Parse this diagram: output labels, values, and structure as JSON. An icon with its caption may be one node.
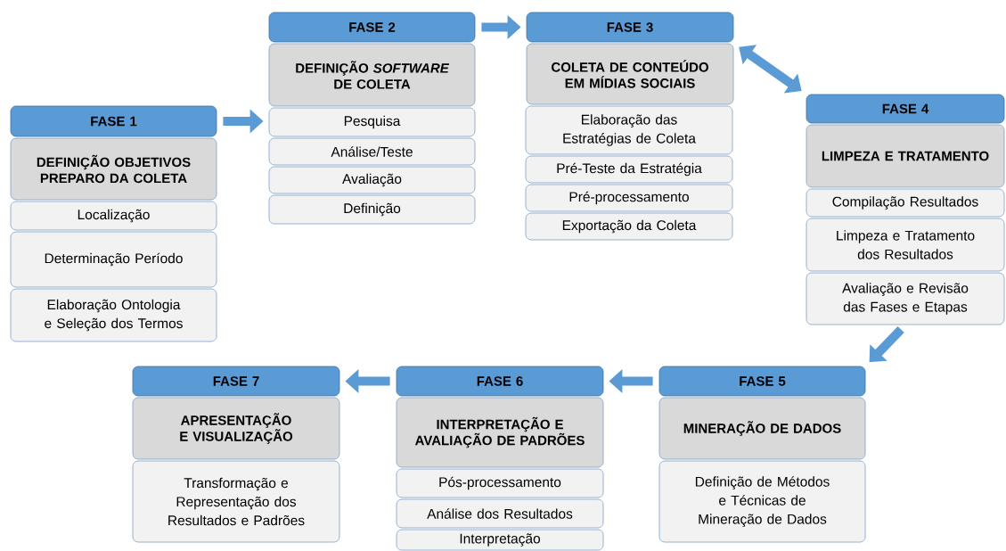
{
  "diagram": {
    "nodes": [
      {
        "text": [
          "FASE 1"
        ]
      },
      {
        "text": [
          "DEFINIÇÃO OBJETIVOS PREPARO DA COLETA"
        ]
      },
      {
        "text": [
          "Localização"
        ]
      },
      {
        "text": [
          "Determinação Período"
        ]
      },
      {
        "text": [
          "Elaboração Ontologia e Seleção dos Termos"
        ]
      },
      {
        "text": [
          "FASE 2"
        ]
      },
      {
        "text": [
          "DEFINIÇÃO *SOFTWARE* DE COLETA"
        ]
      },
      {
        "text": [
          "Pesquisa"
        ]
      },
      {
        "text": [
          "Análise/Teste"
        ]
      },
      {
        "text": [
          "Avaliação"
        ]
      },
      {
        "text": [
          "Definição"
        ]
      },
      {
        "text": [
          "FASE 3"
        ]
      },
      {
        "text": [
          "COLETA DE CONTEÚDO EM MÍDIAS SOCIAIS"
        ]
      },
      {
        "text": [
          "Elaboração das Estratégias de Coleta"
        ]
      },
      {
        "text": [
          "Pré-Teste da Estratégia"
        ]
      },
      {
        "text": [
          "Pré-processamento"
        ]
      },
      {
        "text": [
          "Exportação da Coleta"
        ]
      },
      {
        "text": [
          "FASE 4"
        ]
      },
      {
        "text": [
          "LIMPEZA E TRATAMENTO"
        ]
      },
      {
        "text": [
          "Compilação Resultados"
        ]
      },
      {
        "text": [
          "Limpeza e Tratamento dos Resultados"
        ]
      },
      {
        "text": [
          "Avaliação e Revisão das Fases e Etapas"
        ]
      },
      {
        "text": [
          "FASE 5"
        ]
      },
      {
        "text": [
          "MINERAÇÃO DE DADOS"
        ]
      },
      {
        "text": [
          "Definição de Métodos e Técnicas de Mineração de Dados"
        ]
      },
      {
        "text": [
          "FASE 6"
        ]
      },
      {
        "text": [
          "INTERPRETAÇÃO E AVALIAÇÃO DE PADRÕES"
        ]
      },
      {
        "text": [
          "Pós-processamento"
        ]
      },
      {
        "text": [
          "Análise dos Resultados"
        ]
      },
      {
        "text": [
          "Interpretação"
        ]
      },
      {
        "text": [
          "FASE 7"
        ]
      },
      {
        "text": [
          "APRESENTAÇÃO E VISUALIZAÇÃO"
        ]
      },
      {
        "text": [
          "Transformação e Representação dos Resultados e Padrões"
        ]
      }
    ],
    "edges": [
      {
        "from": 0,
        "to": 7,
        "arrow": "to"
      },
      {
        "from": 5,
        "to": 11,
        "arrow": "to"
      },
      {
        "from": 12,
        "to": 17,
        "arrow": "both"
      },
      {
        "from": 21,
        "to": 22,
        "arrow": "to"
      },
      {
        "from": 22,
        "to": 25,
        "arrow": "to"
      },
      {
        "from": 25,
        "to": 30,
        "arrow": "to"
      }
    ]
  }
}
